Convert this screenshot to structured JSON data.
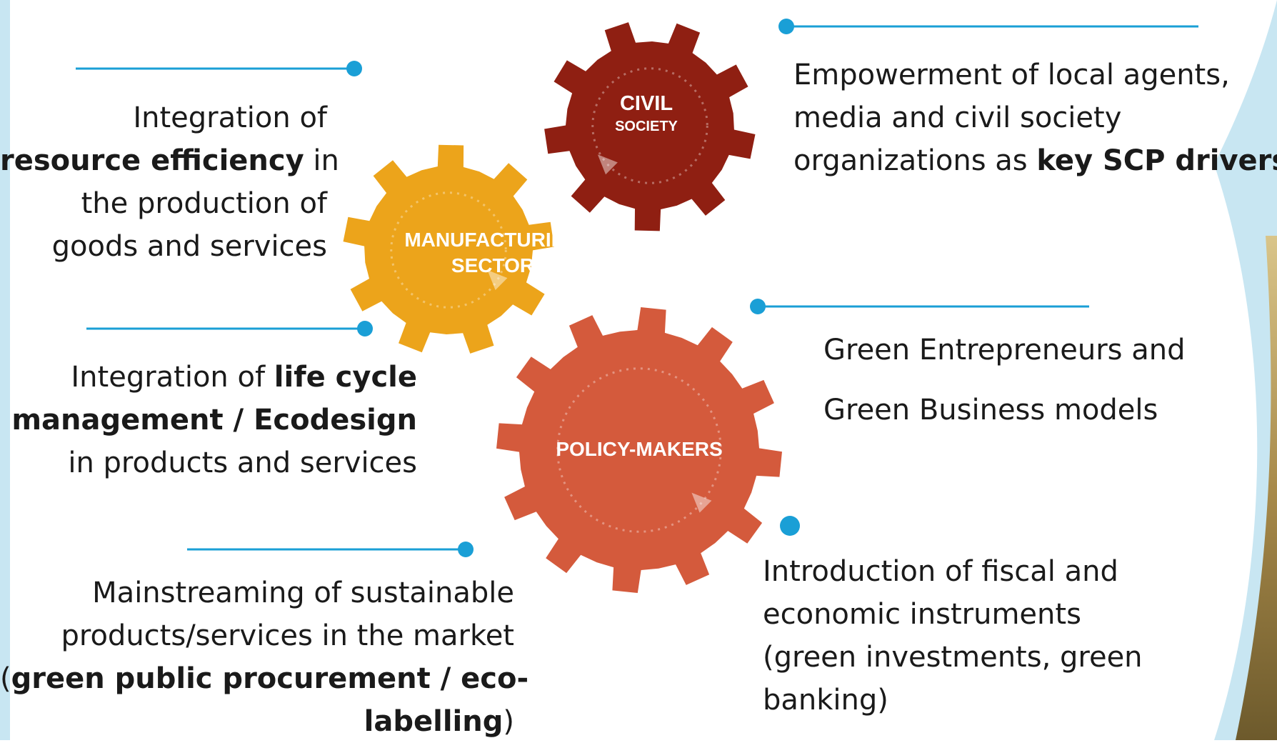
{
  "gears": {
    "civil": {
      "line1": "CIVIL",
      "line2": "SOCIETY",
      "color": "#8f1f12"
    },
    "manufacturing": {
      "line1": "MANUFACTURING",
      "line2": "SECTOR",
      "color": "#eca41b"
    },
    "policy": {
      "label": "POLICY-MAKERS",
      "color": "#d45a3c"
    }
  },
  "colors": {
    "accent_line": "#1a9fd6",
    "background_band": "#c8e6f2"
  },
  "items": {
    "resource": {
      "a": "Integration of",
      "b_bold": "resource efficiency",
      "b_rest": " in",
      "c": "the production of",
      "d": "goods and services"
    },
    "lifecycle": {
      "a_plain": "Integration of ",
      "a_bold": "life cycle",
      "b_bold": "management / Ecodesign",
      "c": "in products and services"
    },
    "market": {
      "a": "Mainstreaming of sustainable",
      "b": "products/services in the market",
      "c_open": "(",
      "c_bold": "green public procurement / eco-",
      "d_bold": "labelling",
      "d_close": ")"
    },
    "empower": {
      "a": "Empowerment of local agents,",
      "b": "media and civil society",
      "c_plain": "organizations as ",
      "c_bold": "key SCP drivers"
    },
    "green": {
      "a": "Green Entrepreneurs and",
      "b": "Green Business models"
    },
    "fiscal": {
      "a": "Introduction of fiscal and",
      "b": "economic instruments",
      "c": "(green investments, green",
      "d": "banking)"
    }
  }
}
